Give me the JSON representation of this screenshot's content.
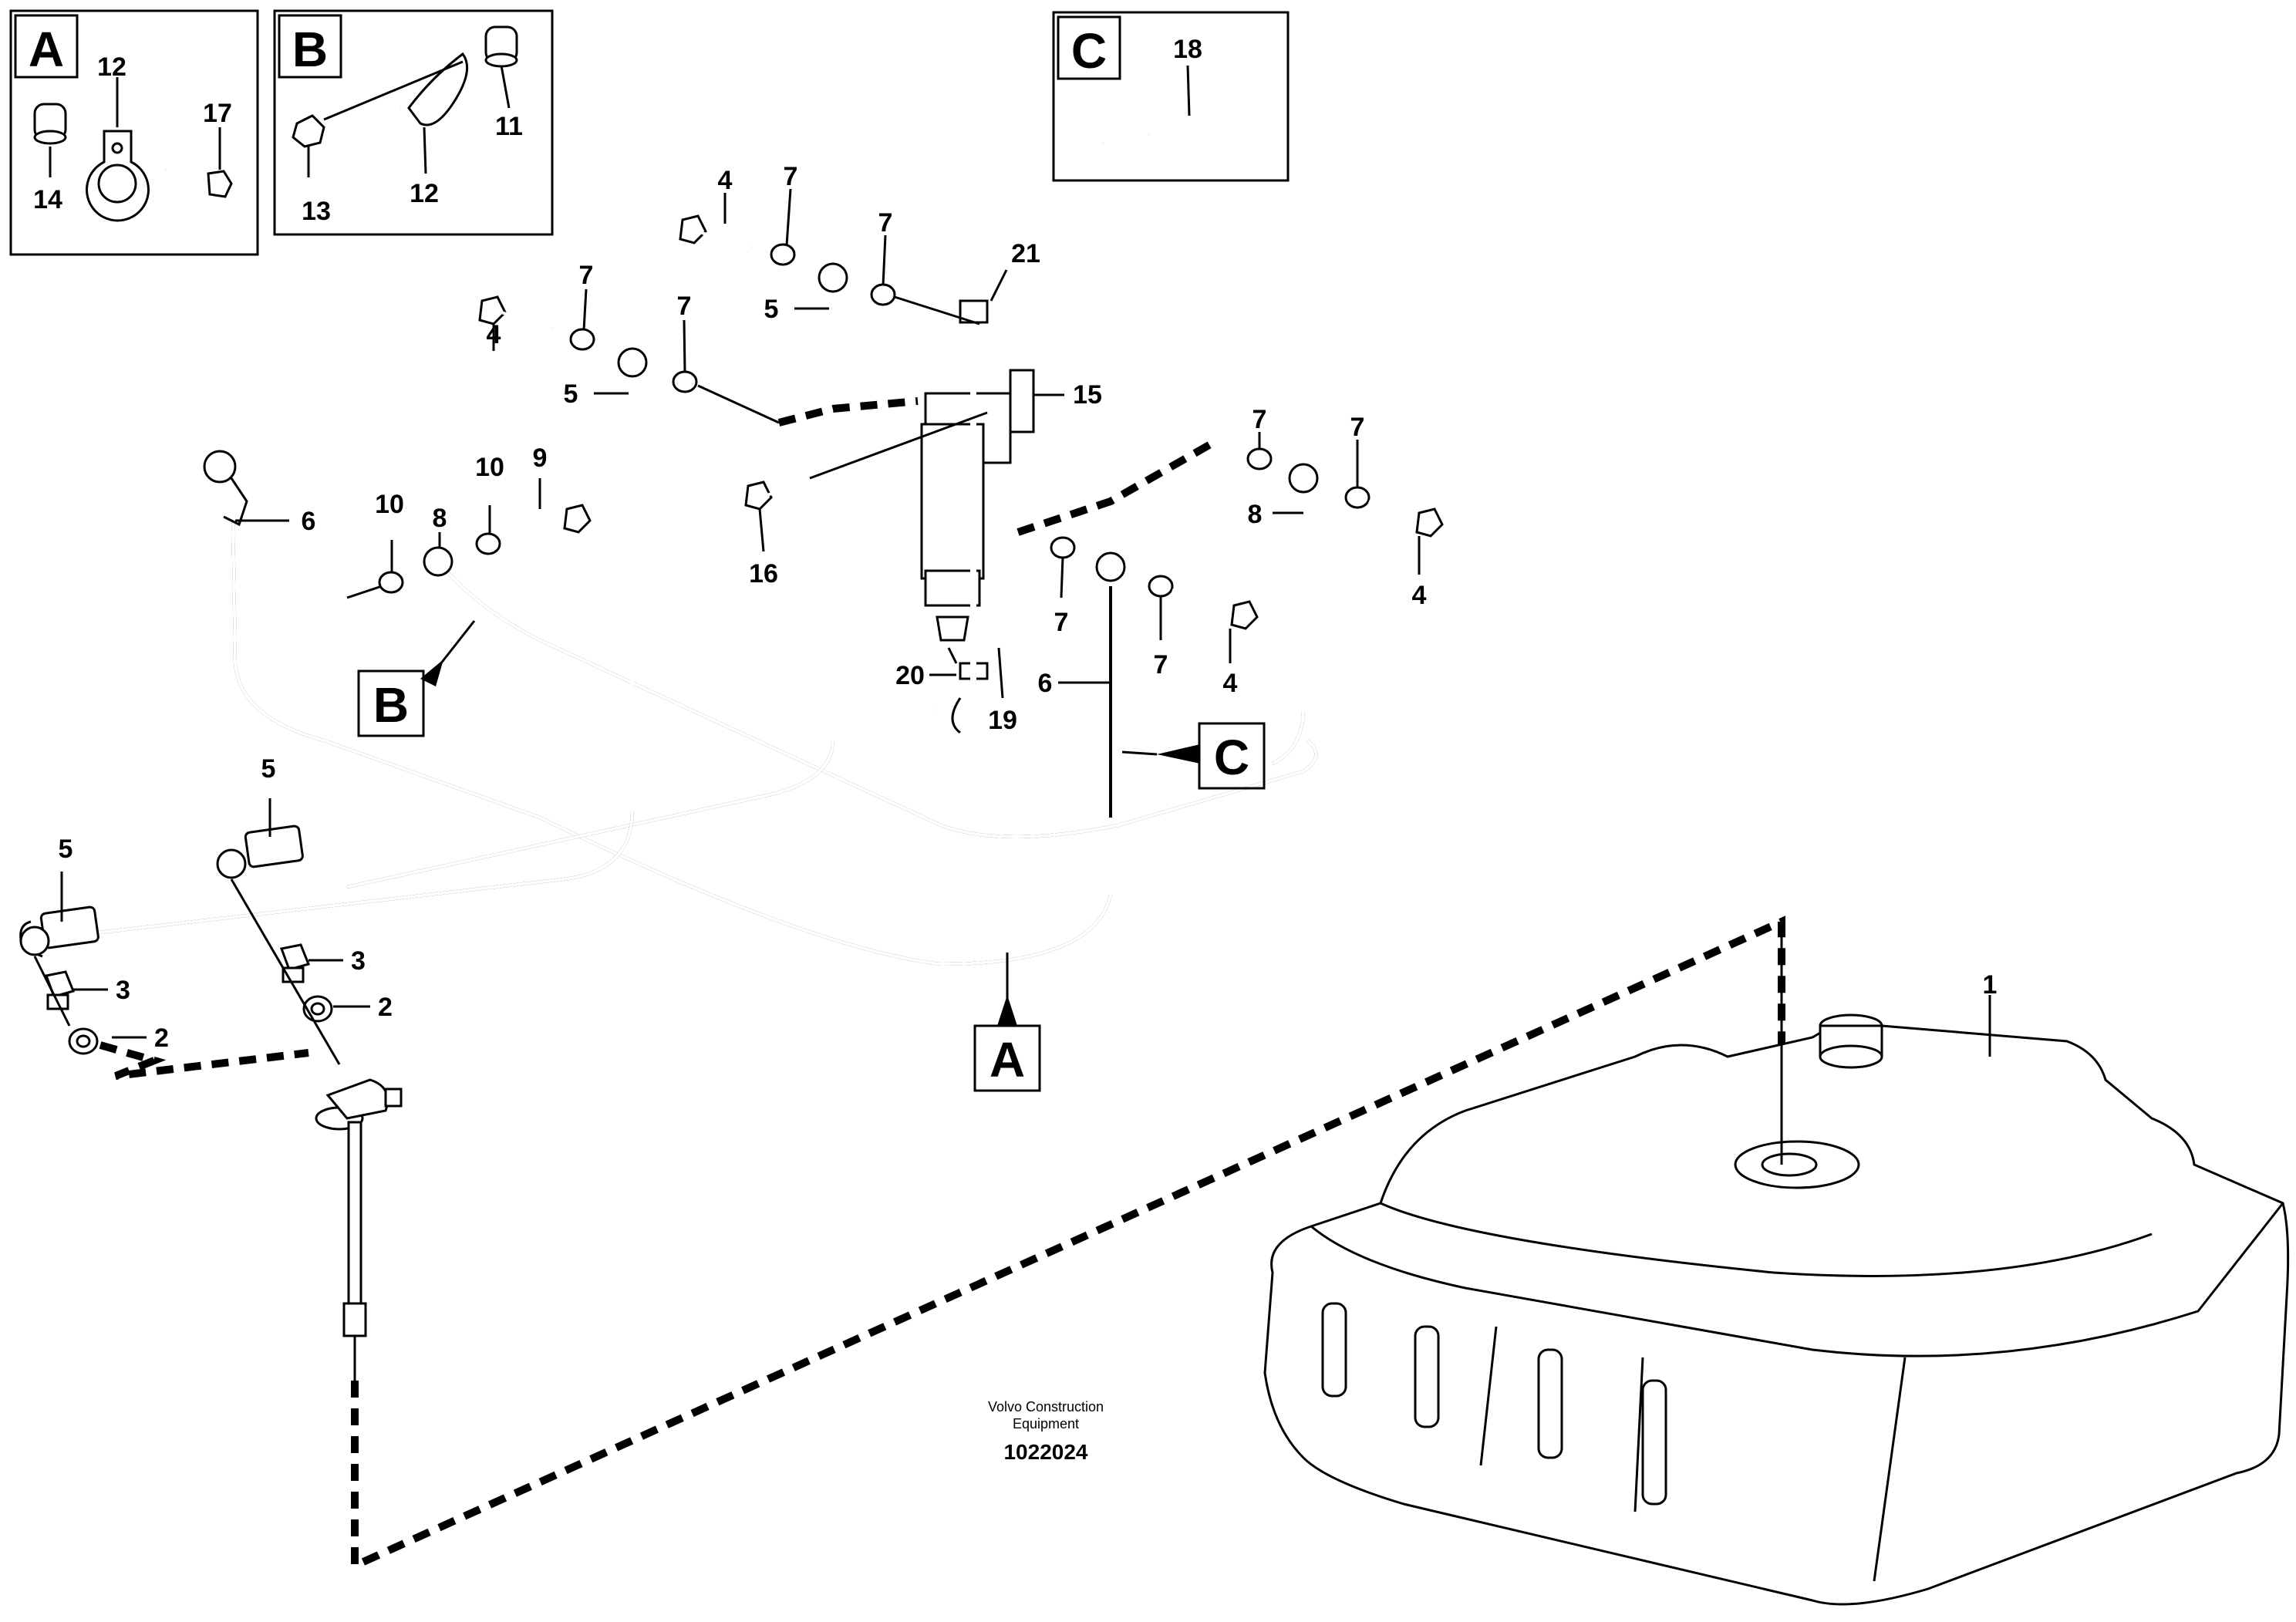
{
  "inset_letters": {
    "a": "A",
    "b": "B",
    "c": "C"
  },
  "callouts": {
    "a": "A",
    "b": "B",
    "c": "C"
  },
  "inset_a_labels": {
    "clamp": "12",
    "bolt": "17",
    "spacer": "14"
  },
  "inset_b_labels": {
    "bolt": "13",
    "clamp": "12",
    "spacer": "11"
  },
  "inset_c_labels": {
    "strap": "18"
  },
  "part_labels": {
    "tank": "1",
    "washer_left": "2",
    "washer_mid": "2",
    "fitting_left": "3",
    "fitting_mid": "3",
    "bolt_top_mid": "4",
    "bolt_top_left": "4",
    "bolt_right": "4",
    "bolt_lower_right": "4",
    "hose_top_mid": "5",
    "hose_top_left": "5",
    "hose_bottom_left": "5",
    "hose_bottom_mid": "5",
    "pipe_left": "6",
    "pipe_right": "6",
    "washer_top_mid_a": "7",
    "washer_top_mid_b": "7",
    "washer_top_left_a": "7",
    "washer_top_left_b": "7",
    "washer_right_a": "7",
    "washer_right_b": "7",
    "washer_lower_right_a": "7",
    "washer_lower_right_b": "7",
    "banjo_left": "8",
    "banjo_right": "8",
    "bolt_small": "9",
    "washer_small_a": "10",
    "washer_small_b": "10",
    "filter_bracket": "15",
    "filter_bolt": "16",
    "clamp_drain": "19",
    "drain_hose": "20",
    "clip": "21"
  },
  "brand": {
    "line1": "Volvo Construction",
    "line2": "Equipment"
  },
  "drawing_number": "1022024"
}
